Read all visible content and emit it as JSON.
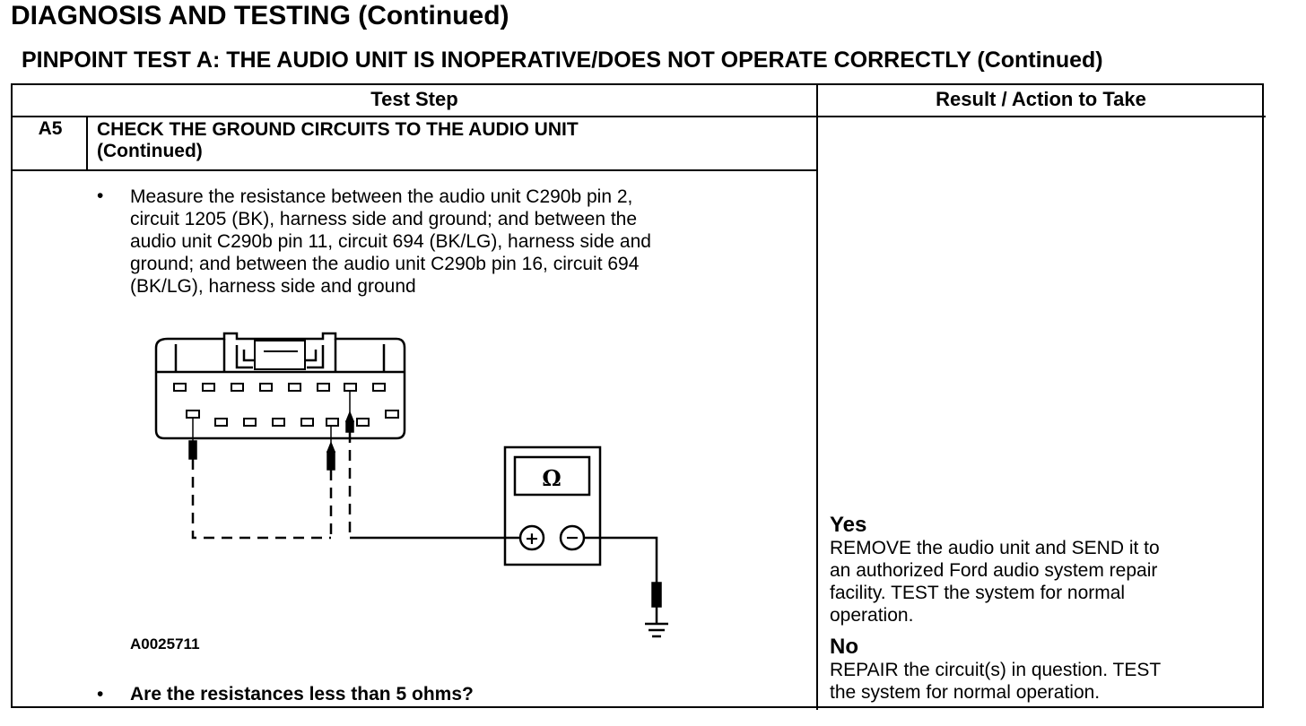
{
  "page": {
    "title": "DIAGNOSIS AND TESTING (Continued)",
    "subtitle": "PINPOINT TEST  A: THE AUDIO UNIT IS INOPERATIVE/DOES NOT OPERATE CORRECTLY (Continued)"
  },
  "table": {
    "headers": {
      "test_step": "Test Step",
      "result": "Result / Action to Take"
    },
    "step": {
      "id": "A5",
      "title_line1": "CHECK THE GROUND CIRCUITS TO THE AUDIO UNIT",
      "title_line2": "(Continued)",
      "bullet": "•",
      "instruction_lines": [
        "Measure the resistance between the audio unit C290b pin 2,",
        "circuit 1205 (BK), harness side and ground; and between the",
        "audio unit C290b pin 11, circuit 694 (BK/LG), harness side and",
        "ground; and between the audio unit C290b pin 16, circuit 694",
        "(BK/LG), harness side and ground"
      ],
      "figure_id": "A0025711",
      "meter_symbol": "Ω",
      "plus_symbol": "+",
      "minus_symbol": "−",
      "question": "Are the resistances less than 5 ohms?"
    },
    "results": [
      {
        "label": "Yes",
        "lines": [
          "REMOVE the audio unit and SEND it to",
          "an authorized Ford audio system repair",
          "facility. TEST the system for normal",
          "operation."
        ]
      },
      {
        "label": "No",
        "lines": [
          "REPAIR the circuit(s) in question. TEST",
          "the system for normal operation."
        ]
      }
    ]
  }
}
